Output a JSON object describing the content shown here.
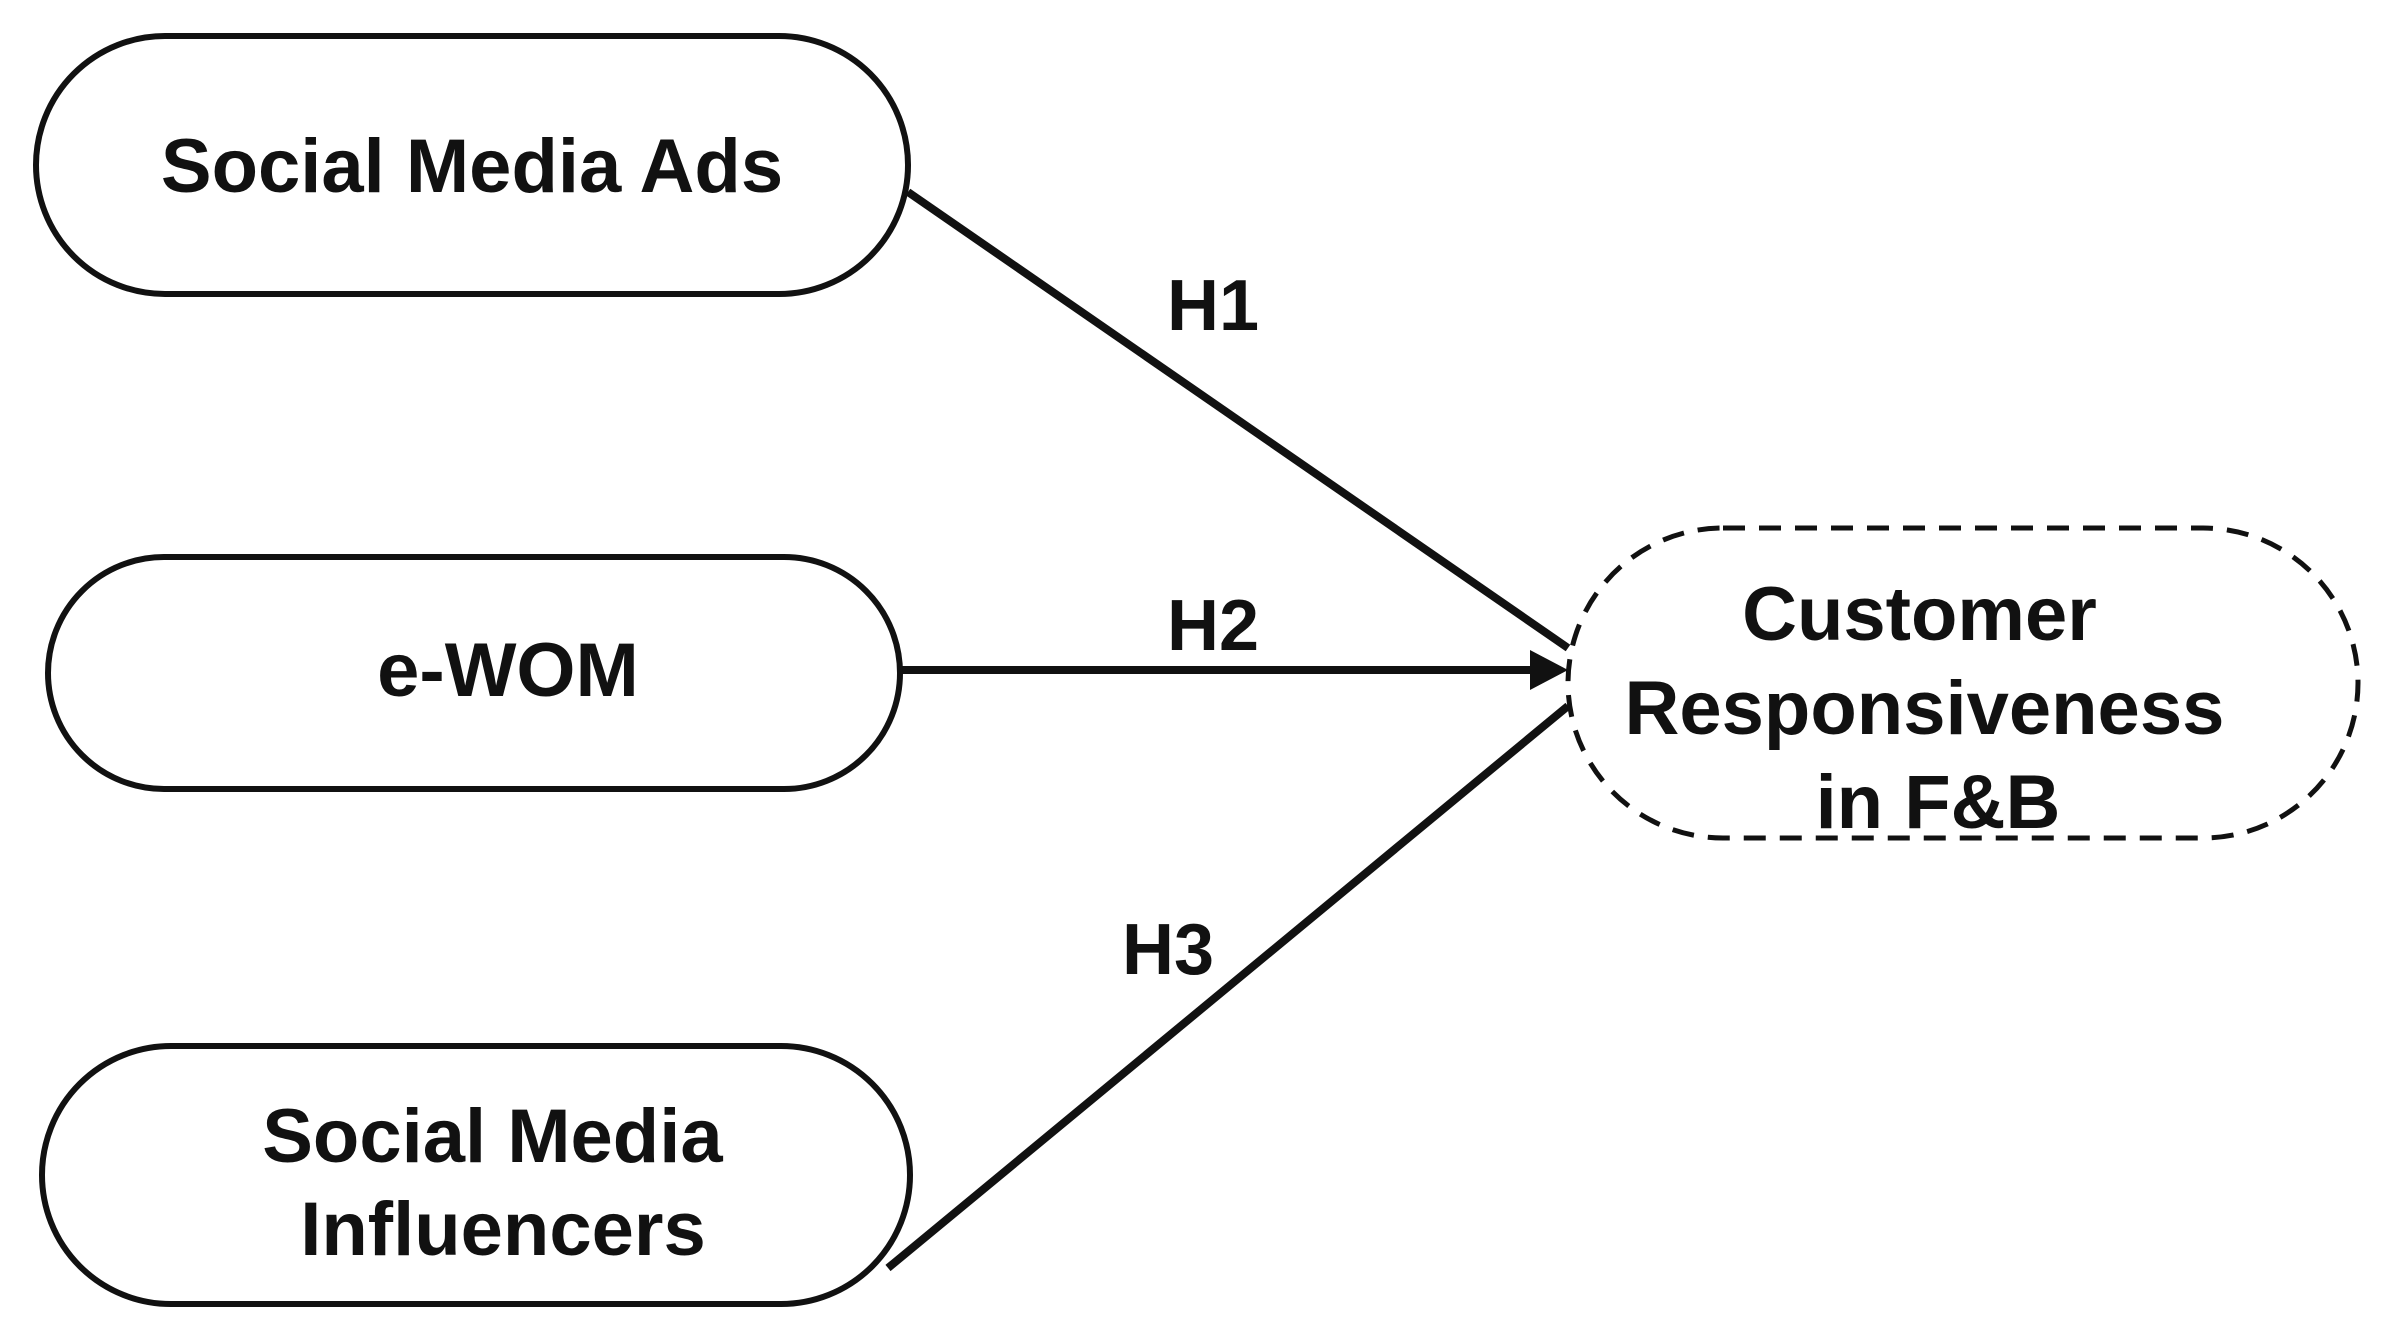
{
  "diagram": {
    "nodes": {
      "ads": {
        "lines": [
          "Social Media Ads"
        ]
      },
      "ewom": {
        "lines": [
          "e-WOM"
        ]
      },
      "influencers": {
        "lines": [
          "Social Media",
          "Influencers"
        ]
      },
      "outcome": {
        "lines": [
          "Customer",
          "Responsiveness",
          "in F&B"
        ]
      }
    },
    "edges": {
      "h1": {
        "label": "H1"
      },
      "h2": {
        "label": "H2"
      },
      "h3": {
        "label": "H3"
      }
    }
  }
}
